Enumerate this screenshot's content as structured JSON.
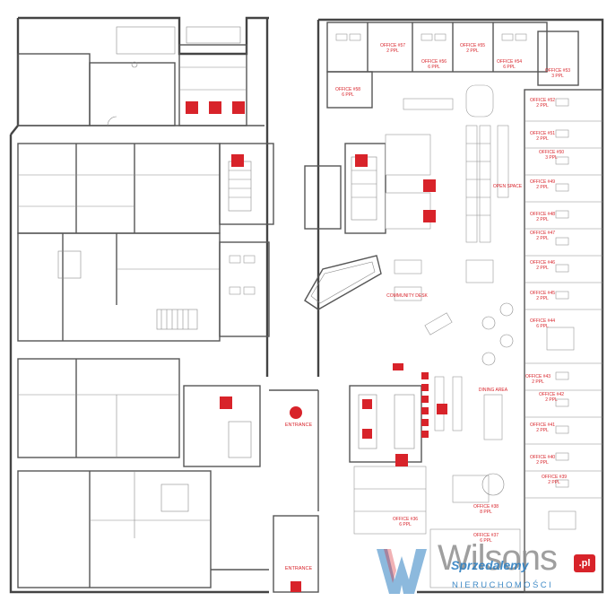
{
  "labels": {
    "office57": [
      "OFFICE #57",
      "2 PPL"
    ],
    "office55": [
      "OFFICE #55",
      "2 PPL"
    ],
    "office56": [
      "OFFICE #56",
      "6 PPL"
    ],
    "office54": [
      "OFFICE #54",
      "6 PPL"
    ],
    "office53": [
      "OFFICE #53",
      "3 PPL"
    ],
    "office58": [
      "OFFICE #58",
      "6 PPL"
    ],
    "office52": [
      "OFFICE #52",
      "2 PPL"
    ],
    "office51": [
      "OFFICE #51",
      "2 PPL"
    ],
    "office50": [
      "OFFICE #50",
      "3 PPL"
    ],
    "office49": [
      "OFFICE #49",
      "2 PPL"
    ],
    "office48": [
      "OFFICE #48",
      "2 PPL"
    ],
    "office47": [
      "OFFICE #47",
      "2 PPL"
    ],
    "office46": [
      "OFFICE #46",
      "2 PPL"
    ],
    "office45": [
      "OFFICE #45",
      "2 PPL"
    ],
    "office44": [
      "OFFICE #44",
      "6 PPL"
    ],
    "office43": [
      "OFFICE #43",
      "2 PPL"
    ],
    "office42": [
      "OFFICE #42",
      "2 PPL"
    ],
    "office41": [
      "OFFICE #41",
      "2 PPL"
    ],
    "office40": [
      "OFFICE #40",
      "2 PPL"
    ],
    "office39": [
      "OFFICE #39",
      "2 PPL"
    ],
    "office38": [
      "OFFICE #38",
      "8 PPL"
    ],
    "office37": [
      "OFFICE #37",
      "6 PPL"
    ],
    "office36": [
      "OFFICE #36",
      "6 PPL"
    ],
    "open_space": "OPEN SPACE",
    "community_desk": "COMMUNITY DESK",
    "dining_area": "DINING AREA",
    "entrance_main": "ENTRANCE",
    "entrance_bottom": "ENTRANCE"
  },
  "watermark": {
    "brand": "Wilsons",
    "pl": ".pl",
    "overlay": "Sprzedalemy",
    "sub": "NIERUCHOMOŚCI"
  },
  "colors": {
    "accent_red": "#d8232a",
    "wall": "#555555",
    "watermark_grey": "#8f8f8f",
    "watermark_blue": "#2d7fc1"
  }
}
